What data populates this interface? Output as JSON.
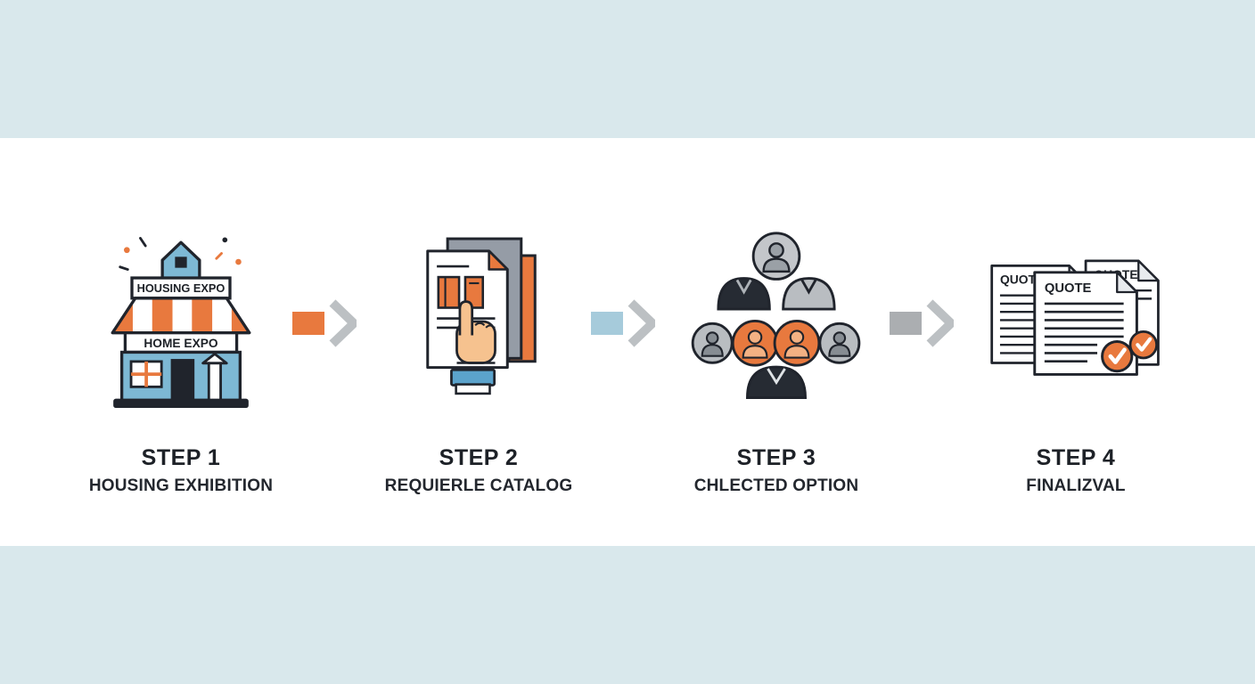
{
  "page": {
    "name": "four-step-process-infographic"
  },
  "colors": {
    "band": "#d9e8ec",
    "panel": "#ffffff",
    "orange": "#e8793e",
    "light_blue": "#a6cbdb",
    "gray": "#abaeb1",
    "dark": "#20242c",
    "text": "#1d2127"
  },
  "steps": [
    {
      "title": "STEP 1",
      "subtitle": "HOUSING EXHIBITION",
      "icon": "housing-expo-icon"
    },
    {
      "title": "STEP 2",
      "subtitle": "REQUIERLE CATALOG",
      "icon": "catalog-hand-icon"
    },
    {
      "title": "STEP 3",
      "subtitle": "CHLECTED OPTION",
      "icon": "people-group-icon"
    },
    {
      "title": "STEP 4",
      "subtitle": "FINALIZVAL",
      "icon": "quote-documents-icon"
    }
  ],
  "icon_labels": {
    "housing_sign": "HOUSING EXPO",
    "awning_sign": "HOME EXPO",
    "quote_header": "QUOTE"
  },
  "arrows": [
    {
      "color": "#e8793e",
      "chevron": "#bcc0c3"
    },
    {
      "color": "#a6cbdb",
      "chevron": "#bcc0c3"
    },
    {
      "color": "#abaeb1",
      "chevron": "#bcc0c3"
    }
  ]
}
